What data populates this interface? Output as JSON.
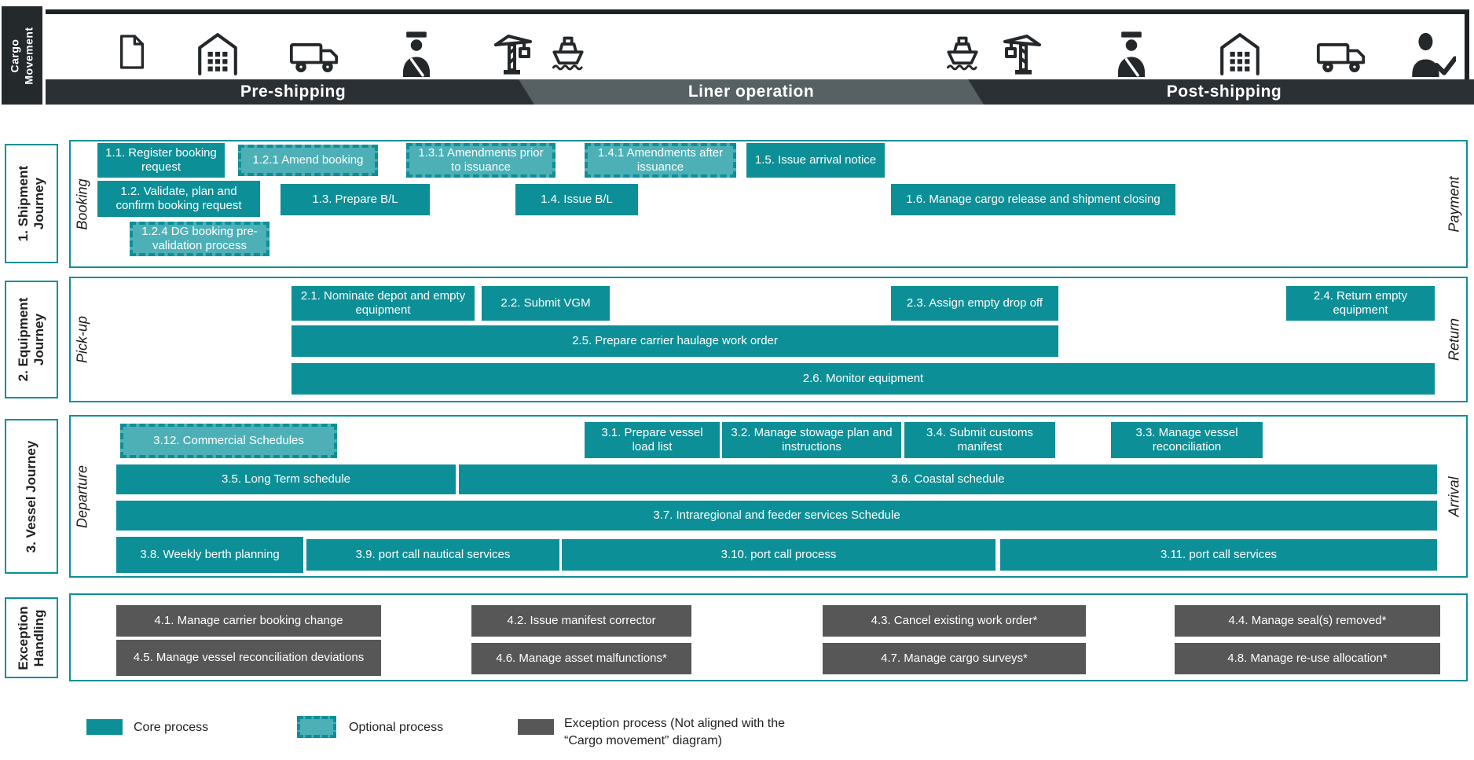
{
  "header": {
    "cargo_label": "Cargo Movement",
    "phases": [
      {
        "label": "Pre-shipping"
      },
      {
        "label": "Liner operation"
      },
      {
        "label": "Post-shipping"
      }
    ],
    "icons": [
      "document-icon",
      "warehouse-icon",
      "truck-icon",
      "customs-officer-icon",
      "crane-icon",
      "ship-icon",
      "ship-icon",
      "crane-icon",
      "customs-officer-icon",
      "warehouse-icon",
      "truck-icon",
      "consignee-check-icon"
    ]
  },
  "colors": {
    "core": "#0d8f97",
    "optional_fill": "#4db0b7",
    "exception": "#575757",
    "banner_dark": "#24292c",
    "liner_gray": "#576063"
  },
  "rows": [
    {
      "label": "1. Shipment Journey",
      "start_label": "Booking",
      "end_label": "Payment",
      "boxes": [
        {
          "label": "1.1. Register booking request",
          "type": "core"
        },
        {
          "label": "1.2.1 Amend booking",
          "type": "optional"
        },
        {
          "label": "1.3.1 Amendments prior to issuance",
          "type": "optional"
        },
        {
          "label": "1.4.1 Amendments after issuance",
          "type": "optional"
        },
        {
          "label": "1.5. Issue arrival notice",
          "type": "core"
        },
        {
          "label": "1.2. Validate, plan and confirm booking request",
          "type": "core"
        },
        {
          "label": "1.3. Prepare B/L",
          "type": "core"
        },
        {
          "label": "1.4. Issue B/L",
          "type": "core"
        },
        {
          "label": "1.6. Manage cargo release and shipment closing",
          "type": "core"
        },
        {
          "label": "1.2.4 DG booking pre-validation process",
          "type": "optional"
        }
      ]
    },
    {
      "label": "2. Equipment Journey",
      "start_label": "Pick-up",
      "end_label": "Return",
      "boxes": [
        {
          "label": "2.1. Nominate depot and empty equipment",
          "type": "core"
        },
        {
          "label": "2.2. Submit VGM",
          "type": "core"
        },
        {
          "label": "2.3. Assign empty drop off",
          "type": "core"
        },
        {
          "label": "2.4. Return empty equipment",
          "type": "core"
        },
        {
          "label": "2.5. Prepare carrier haulage work order",
          "type": "core"
        },
        {
          "label": "2.6. Monitor equipment",
          "type": "core"
        }
      ]
    },
    {
      "label": "3. Vessel Journey",
      "start_label": "Departure",
      "end_label": "Arrival",
      "boxes": [
        {
          "label": "3.12. Commercial Schedules",
          "type": "optional"
        },
        {
          "label": "3.1. Prepare vessel load list",
          "type": "core"
        },
        {
          "label": "3.2. Manage stowage plan and instructions",
          "type": "core"
        },
        {
          "label": "3.4. Submit customs manifest",
          "type": "core"
        },
        {
          "label": "3.3. Manage vessel reconciliation",
          "type": "core"
        },
        {
          "label": "3.5. Long Term schedule",
          "type": "core"
        },
        {
          "label": "3.6. Coastal schedule",
          "type": "core"
        },
        {
          "label": "3.7. Intraregional and feeder services Schedule",
          "type": "core"
        },
        {
          "label": "3.8. Weekly berth planning",
          "type": "core"
        },
        {
          "label": "3.9. port call nautical services",
          "type": "core"
        },
        {
          "label": "3.10. port call process",
          "type": "core"
        },
        {
          "label": "3.11. port call services",
          "type": "core"
        }
      ]
    },
    {
      "label": "Exception Handling",
      "boxes": [
        {
          "label": "4.1. Manage carrier booking change",
          "type": "exception"
        },
        {
          "label": "4.2. Issue manifest corrector",
          "type": "exception"
        },
        {
          "label": "4.3. Cancel existing work order*",
          "type": "exception"
        },
        {
          "label": "4.4. Manage seal(s) removed*",
          "type": "exception"
        },
        {
          "label": "4.5. Manage vessel reconciliation deviations",
          "type": "exception"
        },
        {
          "label": "4.6. Manage asset malfunctions*",
          "type": "exception"
        },
        {
          "label": "4.7. Manage cargo surveys*",
          "type": "exception"
        },
        {
          "label": "4.8. Manage re-use allocation*",
          "type": "exception"
        }
      ]
    }
  ],
  "legend": {
    "items": [
      {
        "label": "Core process",
        "type": "core"
      },
      {
        "label": "Optional process",
        "type": "optional"
      },
      {
        "label": "Exception process (Not aligned with the “Cargo movement” diagram)",
        "type": "exception"
      }
    ]
  }
}
